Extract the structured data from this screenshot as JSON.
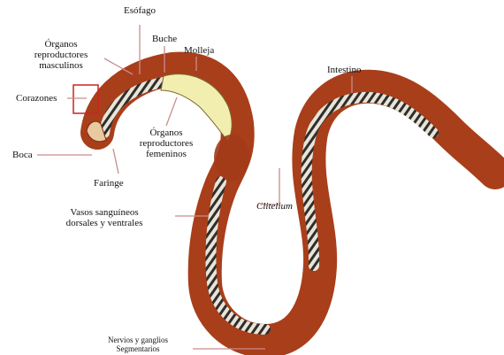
{
  "labels": {
    "esofago": "Esófago",
    "organos_masculinos_1": "Órganos",
    "organos_masculinos_2": "reproductores",
    "organos_masculinos_3": "masculinos",
    "buche": "Buche",
    "molleja": "Molleja",
    "intestino": "Intestino",
    "corazones": "Corazones",
    "boca": "Boca",
    "organos_femeninos_1": "Órganos",
    "organos_femeninos_2": "reproductores",
    "organos_femeninos_3": "femeninos",
    "faringe": "Faringe",
    "clitelium": "Clitelium",
    "vasos_1": "Vasos sanguíneos",
    "vasos_2": "dorsales y ventrales",
    "nervios_1": "Nervios y ganglios",
    "nervios_2": "Segmentarios"
  },
  "colors": {
    "body": "#b8451f",
    "body_dark": "#7a2a10",
    "gut": "#f2eeb0",
    "stripe": "#3a3a3a",
    "leader_line": "#c98c8c",
    "heart_box": "#cc2222"
  }
}
